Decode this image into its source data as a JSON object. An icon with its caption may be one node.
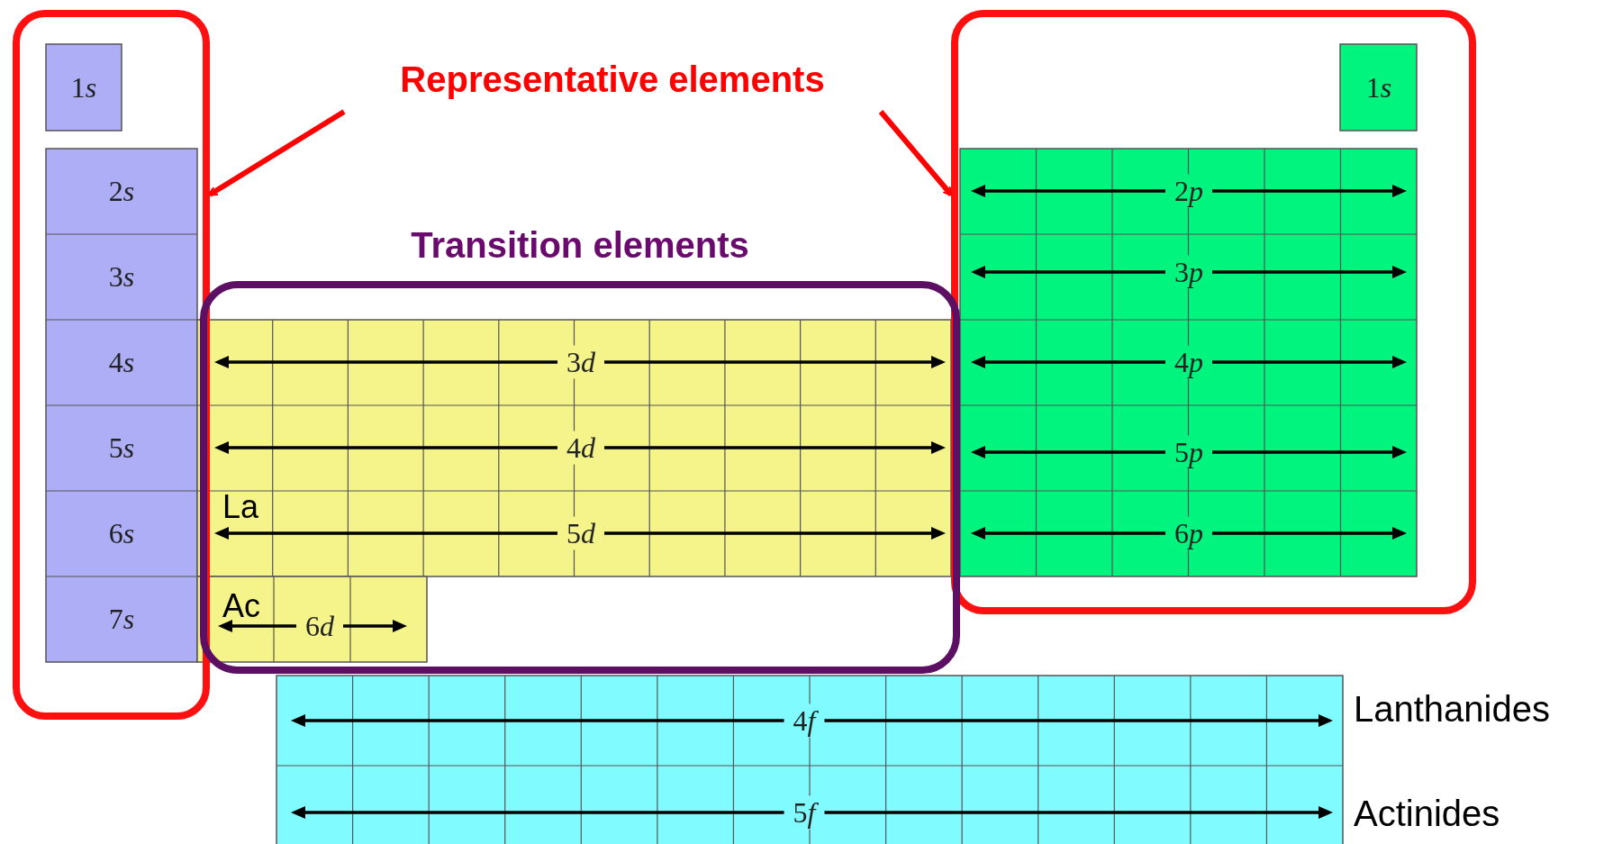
{
  "diagram": {
    "nodes": [
      {
        "text": [
          "Representative elements"
        ]
      },
      {
        "text": [],
        "shape": "box"
      },
      {
        "text": [],
        "shape": "box"
      },
      {
        "text": [
          "Transition elements"
        ]
      }
    ],
    "edges": [
      {
        "from": 0,
        "to": 1,
        "arrow": "to"
      },
      {
        "from": 0,
        "to": 2,
        "arrow": "to"
      }
    ],
    "labels": [
      "1s",
      "2s",
      "3s",
      "4s",
      "5s",
      "6s",
      "7s",
      "1s",
      "2p",
      "3p",
      "4p",
      "5p",
      "6p",
      "3d",
      "4d",
      "5d",
      "6d",
      "La",
      "Ac",
      "4f",
      "5f",
      "Lanthanides",
      "Actinides"
    ]
  }
}
